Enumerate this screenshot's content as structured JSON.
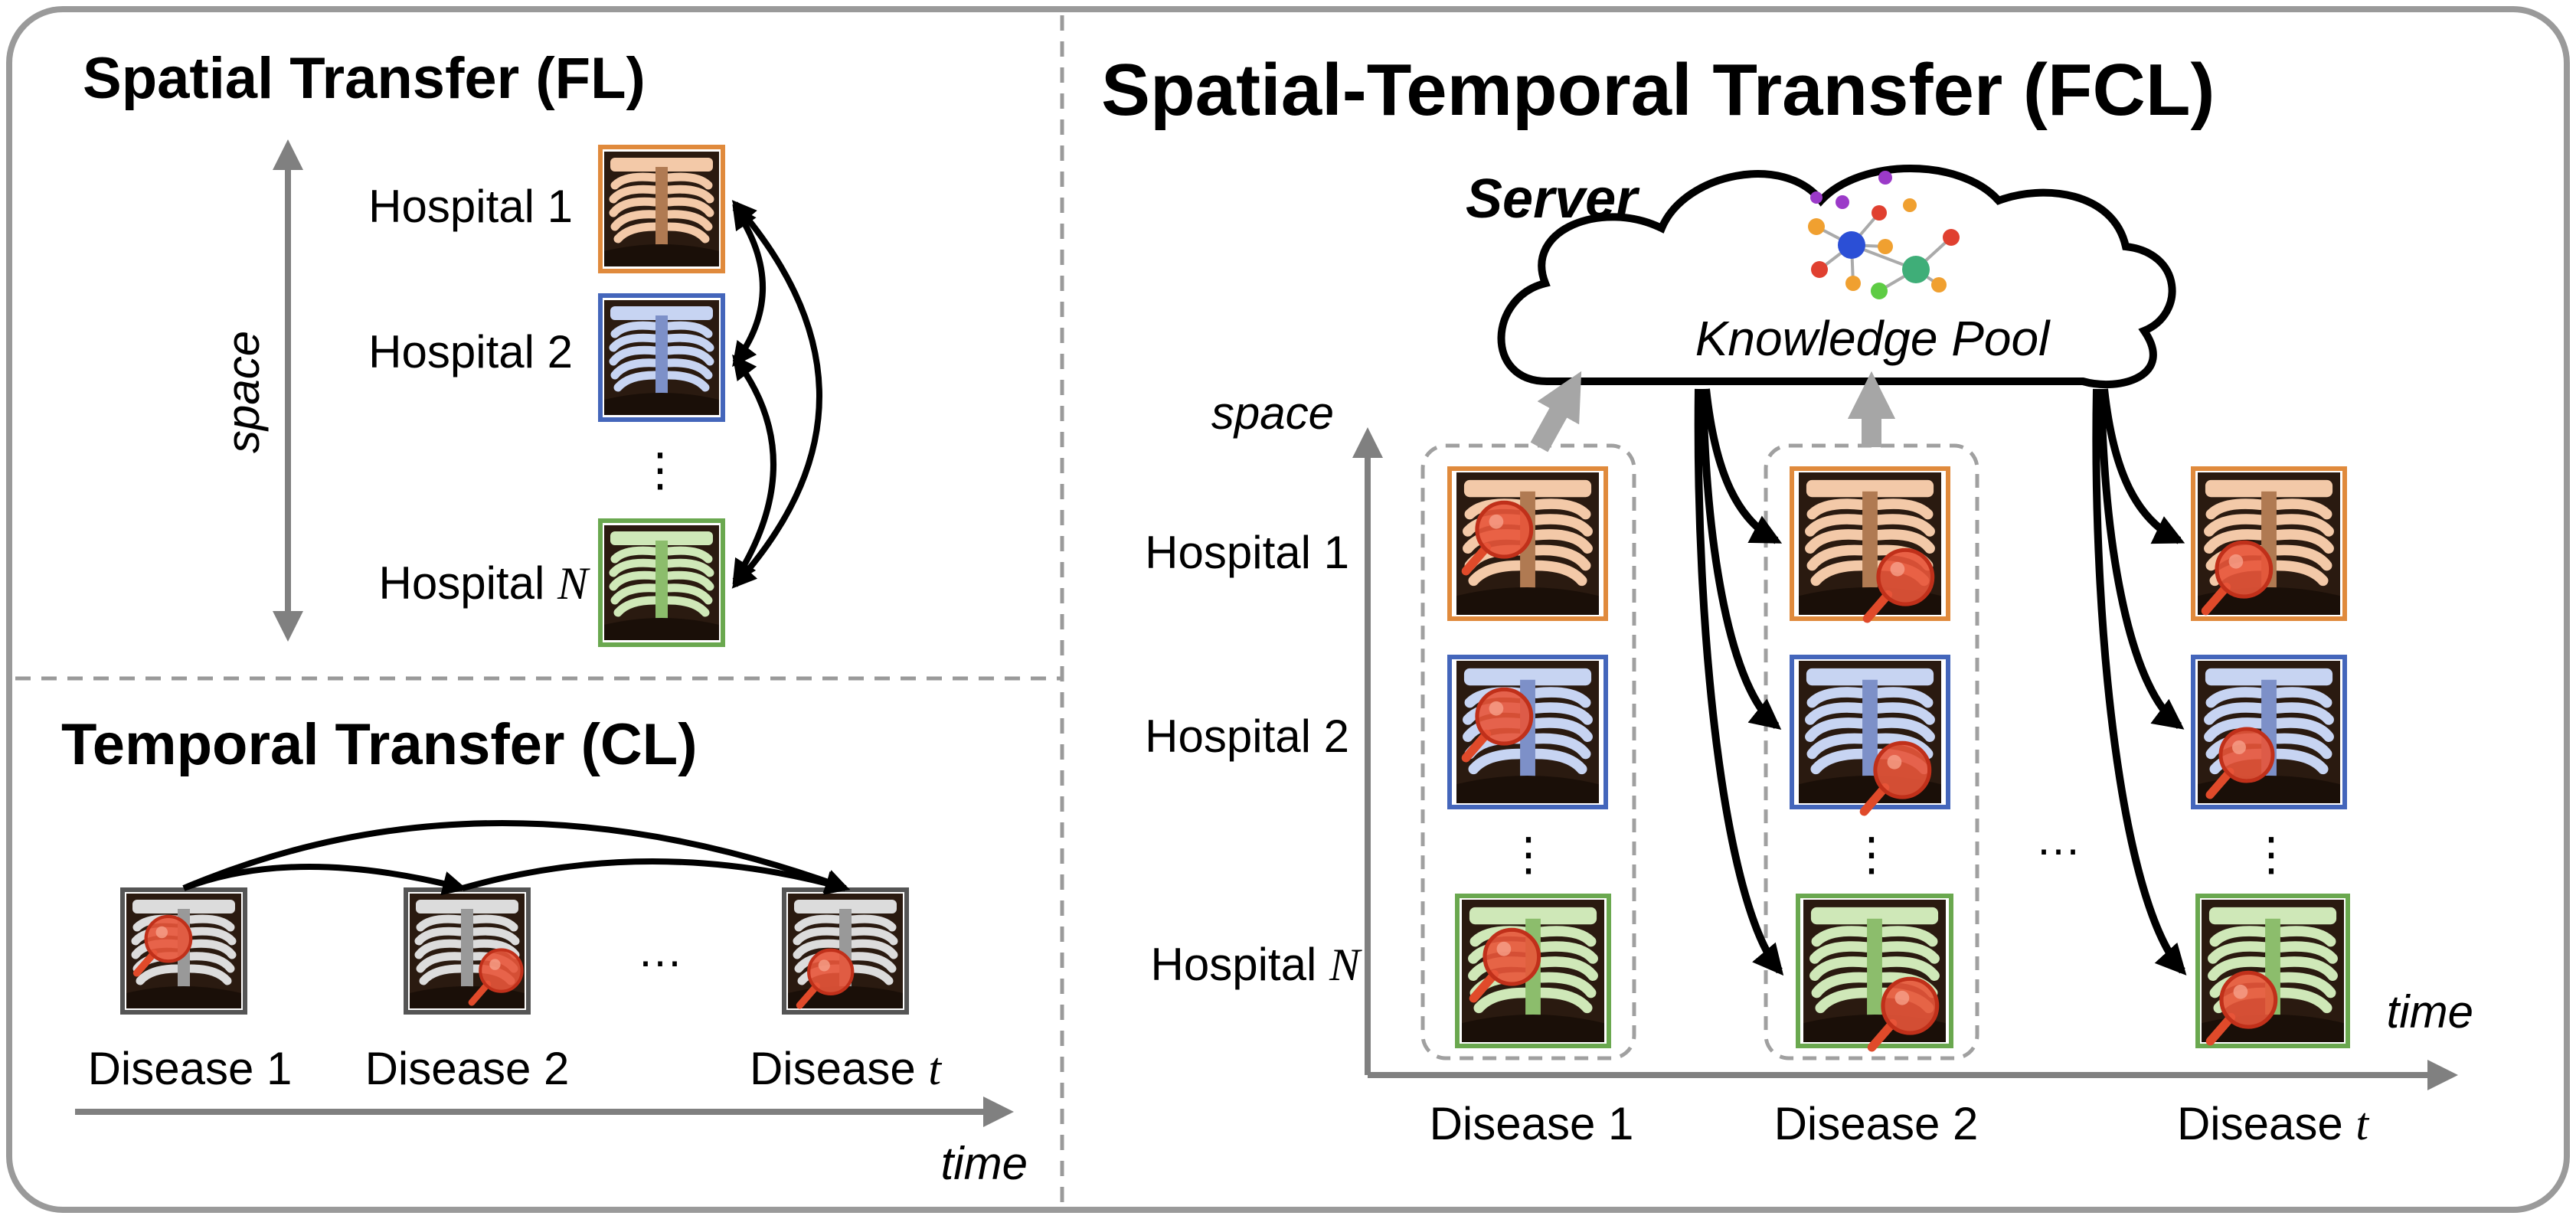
{
  "fl": {
    "title": "Spatial Transfer (FL)",
    "axis_label": "space",
    "hospital_prefix": "Hospital",
    "hospital_1_num": "1",
    "hospital_2_num": "2",
    "hospital_n_num": "N"
  },
  "cl": {
    "title": "Temporal Transfer (CL)",
    "axis_label": "time",
    "disease_prefix": "Disease",
    "disease_1_num": "1",
    "disease_2_num": "2",
    "disease_t_num": "t",
    "ellipsis": "…"
  },
  "fcl": {
    "title": "Spatial-Temporal Transfer (FCL)",
    "server_label": "Server",
    "pool_label": "Knowledge Pool",
    "space_label": "space",
    "time_label": "time",
    "hospital_prefix": "Hospital",
    "hospital_1_num": "1",
    "hospital_2_num": "2",
    "hospital_n_num": "N",
    "disease_prefix": "Disease",
    "disease_1_num": "1",
    "disease_2_num": "2",
    "disease_t_num": "t",
    "ellipsis": "…",
    "vdots": "⋮"
  },
  "colors": {
    "hospital_1": "#e08a3c",
    "hospital_2": "#4466bb",
    "hospital_n": "#6aa84f",
    "grey_xray": "#555555",
    "magnifier": "#e04a2a",
    "axis": "#808080",
    "upload_arrow": "#a6a6a6"
  },
  "icons": {
    "xray": "chest-xray-icon",
    "magnifier": "magnifier-icon",
    "cloud": "cloud-icon",
    "graph": "knowledge-graph-icon"
  }
}
